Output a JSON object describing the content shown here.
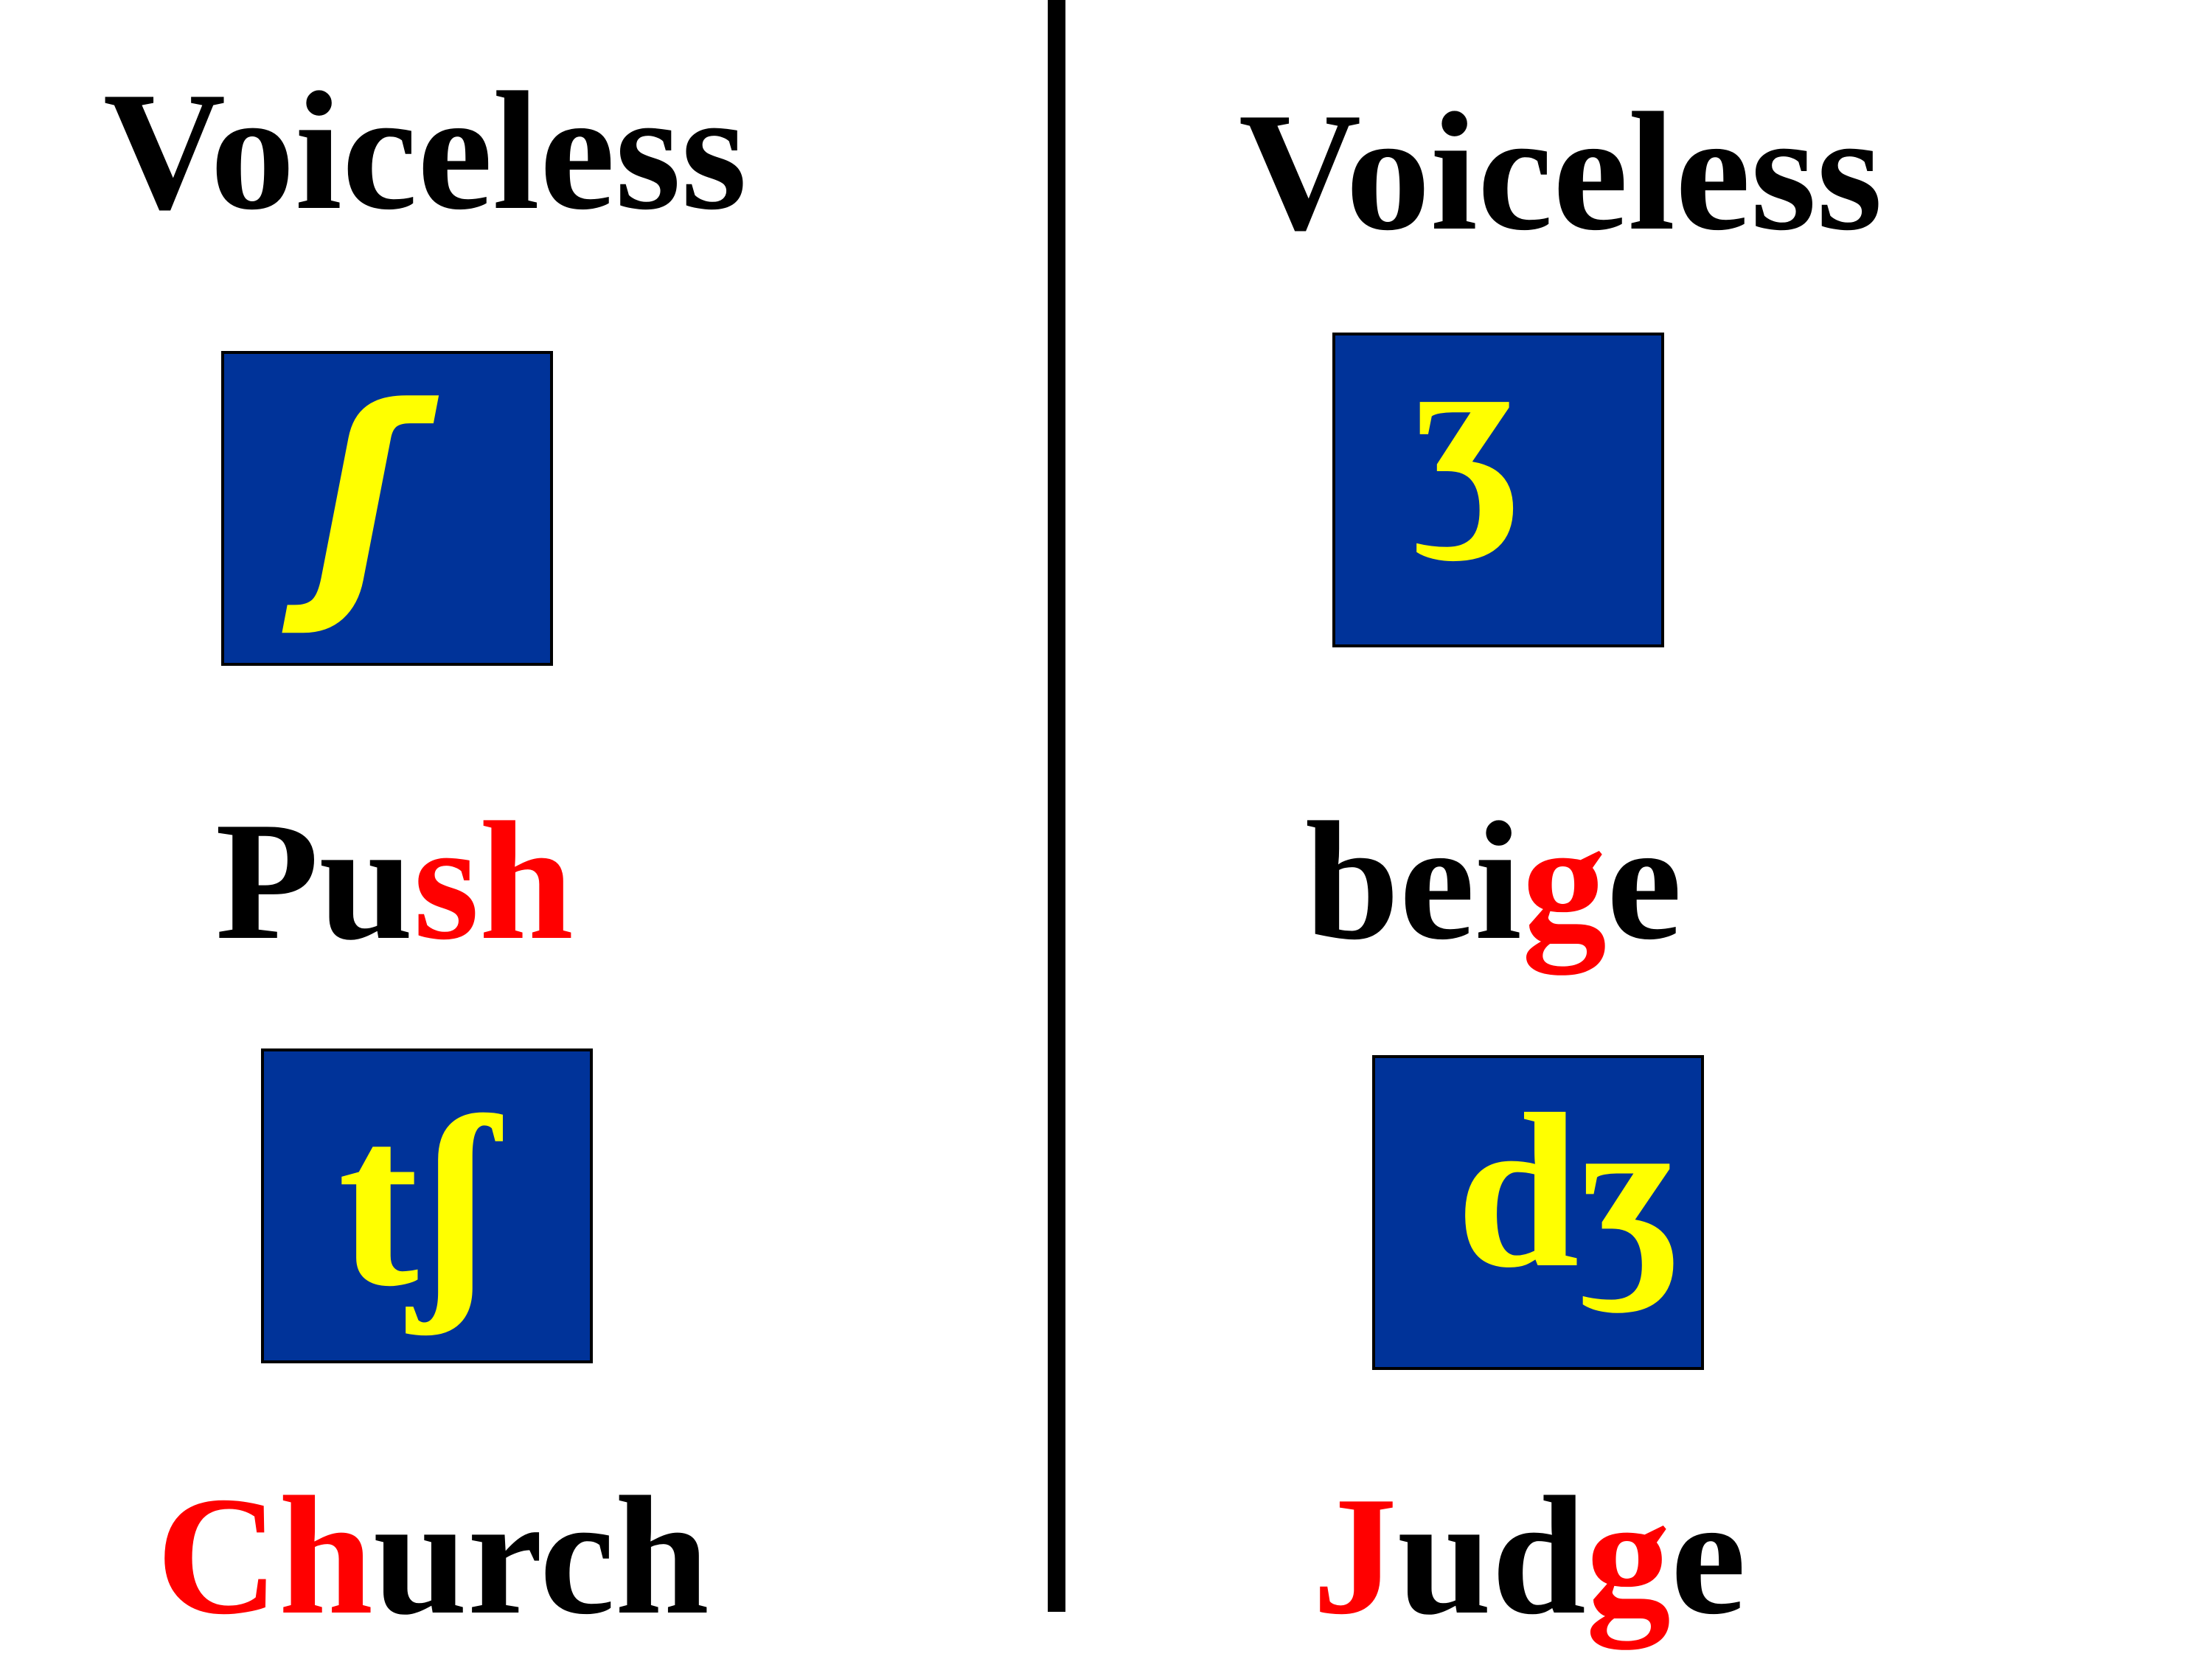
{
  "colors": {
    "box_fill": "#003399",
    "symbol_color": "#ffff00",
    "highlight": "#ff0000",
    "text": "#000000"
  },
  "left": {
    "heading": "Voiceless",
    "symbol1": "ʃ",
    "word1": [
      {
        "text": "Pu",
        "color": "black"
      },
      {
        "text": "sh",
        "color": "red"
      }
    ],
    "symbol2": "tʃ",
    "word2": [
      {
        "text": "Ch",
        "color": "red"
      },
      {
        "text": "urch",
        "color": "black"
      }
    ]
  },
  "right": {
    "heading": "Voiceless",
    "symbol1": "ʒ",
    "word1": [
      {
        "text": "bei",
        "color": "black"
      },
      {
        "text": "g",
        "color": "red"
      },
      {
        "text": "e",
        "color": "black"
      }
    ],
    "symbol2": "dʒ",
    "word2": [
      {
        "text": "J",
        "color": "red"
      },
      {
        "text": "ud",
        "color": "black"
      },
      {
        "text": "g",
        "color": "red"
      },
      {
        "text": "e",
        "color": "black"
      }
    ]
  }
}
